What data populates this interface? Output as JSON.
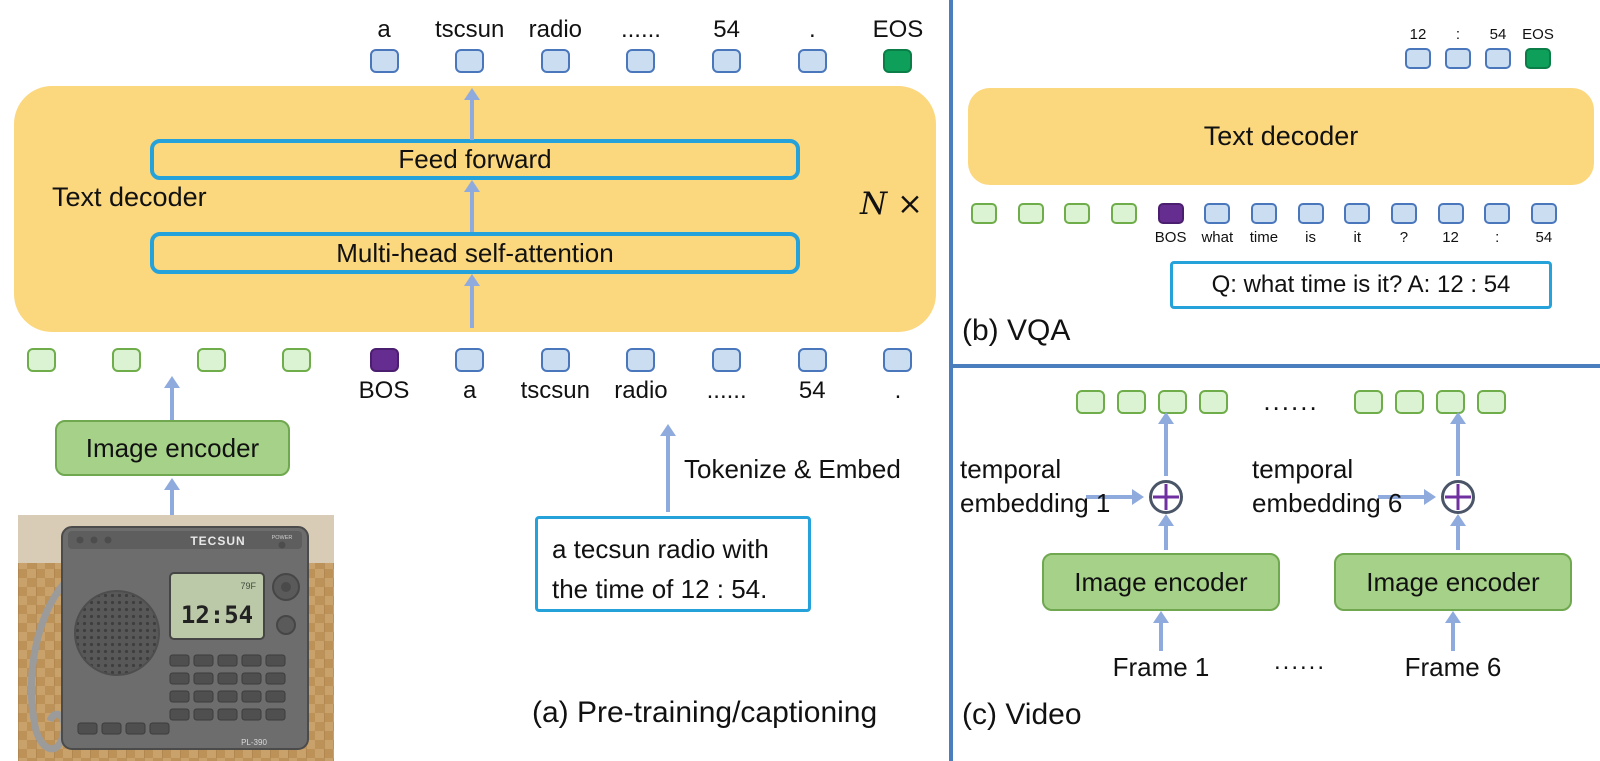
{
  "colors": {
    "decoder_orange": "#FBD77E",
    "token_blue_fill": "#CBDDF1",
    "token_blue_border": "#4A77BC",
    "token_green_fill": "#DBF3D3",
    "token_green_border": "#6EAD49",
    "token_purple": "#662D91",
    "token_eos_green": "#0EA05A",
    "encoder_green": "#A6D189",
    "arrow_blue": "#8FAADC",
    "cyan_border": "#26A2DB",
    "divider_blue": "#4B7EBD",
    "oplus_purple": "#7030A0"
  },
  "panel_a": {
    "caption": "(a) Pre-training/captioning",
    "decoder": {
      "label": "Text decoder",
      "repeat": "N ×",
      "feed_forward": "Feed forward",
      "self_attention": "Multi-head self-attention"
    },
    "output_tokens": [
      {
        "label": "a",
        "type": "blue"
      },
      {
        "label": "tscsun",
        "type": "blue"
      },
      {
        "label": "radio",
        "type": "blue"
      },
      {
        "label": "......",
        "type": "blue"
      },
      {
        "label": "54",
        "type": "blue"
      },
      {
        "label": ".",
        "type": "blue"
      },
      {
        "label": "EOS",
        "type": "eos"
      }
    ],
    "image_tokens": [
      {
        "label": "",
        "type": "green"
      },
      {
        "label": "",
        "type": "green"
      },
      {
        "label": "",
        "type": "green"
      },
      {
        "label": "",
        "type": "green"
      }
    ],
    "input_tokens": [
      {
        "label": "BOS",
        "type": "purple"
      },
      {
        "label": "a",
        "type": "blue"
      },
      {
        "label": "tscsun",
        "type": "blue"
      },
      {
        "label": "radio",
        "type": "blue"
      },
      {
        "label": "......",
        "type": "blue"
      },
      {
        "label": "54",
        "type": "blue"
      },
      {
        "label": ".",
        "type": "blue"
      }
    ],
    "image_encoder_label": "Image encoder",
    "tokenize_label": "Tokenize & Embed",
    "source_text": {
      "line1": "a tecsun radio with",
      "line2": "the time of 12 : 54."
    },
    "radio": {
      "brand": "TECSUN",
      "power_label": "POWER",
      "display_temp": "79F",
      "display_time": "12:54",
      "model": "PL-390"
    }
  },
  "panel_b": {
    "caption": "(b) VQA",
    "decoder_label": "Text decoder",
    "output_tokens": [
      {
        "label": "12",
        "type": "blue"
      },
      {
        "label": ":",
        "type": "blue"
      },
      {
        "label": "54",
        "type": "blue"
      },
      {
        "label": "EOS",
        "type": "eos"
      }
    ],
    "input_tokens": [
      {
        "label": "",
        "type": "green"
      },
      {
        "label": "",
        "type": "green"
      },
      {
        "label": "",
        "type": "green"
      },
      {
        "label": "",
        "type": "green"
      },
      {
        "label": "BOS",
        "type": "purple"
      },
      {
        "label": "what",
        "type": "blue"
      },
      {
        "label": "time",
        "type": "blue"
      },
      {
        "label": "is",
        "type": "blue"
      },
      {
        "label": "it",
        "type": "blue"
      },
      {
        "label": "?",
        "type": "blue"
      },
      {
        "label": "12",
        "type": "blue"
      },
      {
        "label": ":",
        "type": "blue"
      },
      {
        "label": "54",
        "type": "blue"
      }
    ],
    "qa_text": "Q: what time is it? A: 12 : 54"
  },
  "panel_c": {
    "caption": "(c) Video",
    "tokens": [
      {
        "label": "",
        "type": "green"
      },
      {
        "label": "",
        "type": "green"
      },
      {
        "label": "",
        "type": "green"
      },
      {
        "label": "",
        "type": "green"
      },
      {
        "label": "......",
        "type": "dots"
      },
      {
        "label": "",
        "type": "green"
      },
      {
        "label": "",
        "type": "green"
      },
      {
        "label": "",
        "type": "green"
      },
      {
        "label": "",
        "type": "green"
      }
    ],
    "temporal_1": {
      "line1": "temporal",
      "line2": "embedding 1"
    },
    "temporal_6": {
      "line1": "temporal",
      "line2": "embedding 6"
    },
    "encoder_label": "Image encoder",
    "frames": {
      "f1": "Frame 1",
      "dots": "......",
      "f6": "Frame 6"
    }
  }
}
